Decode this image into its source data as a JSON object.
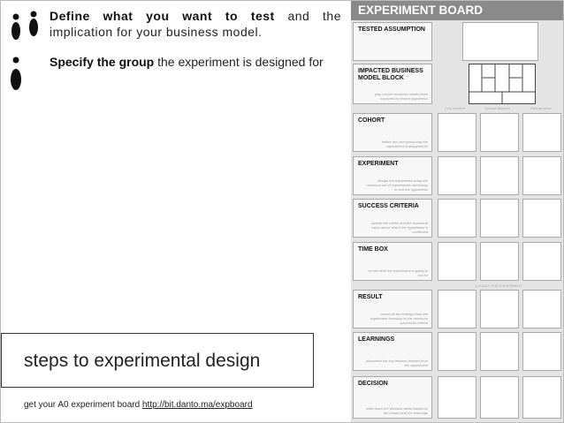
{
  "intro": {
    "line1_bold": "Define what you want to test",
    "line1_rest": " and the implication for your business model.",
    "line2_bold": "Specify the group",
    "line2_rest": " the experiment is designed for"
  },
  "caption": "steps to experimental design",
  "footer": {
    "text": "get your A0 experiment board ",
    "link": "http://bit.danto.ma/expboard"
  },
  "board": {
    "title": "EXPERIMENT BOARD",
    "tested": "TESTED ASSUMPTION",
    "impacted": "IMPACTED BUSINESS MODEL BLOCK",
    "impacted_desc": "play out the business model block impacted by tested hypothesis",
    "iterations": [
      "First iteration",
      "Second iteration",
      "Third iteration"
    ],
    "launch": "LAUNCH THE EXPERIMENT",
    "rows": [
      {
        "label": "COHORT",
        "desc": "define the user group that the experiment is designed for"
      },
      {
        "label": "EXPERIMENT",
        "desc": "design the experiment using the minimum set of experiments necessary to test the hypothesis"
      },
      {
        "label": "SUCCESS CRITERIA",
        "desc": "specify the metric and the numerical value above which the hypothesis is confirmed"
      },
      {
        "label": "TIME BOX",
        "desc": "set the time the experiment is going to run for"
      },
      {
        "label": "RESULT",
        "desc": "record all the findings from the experiment focusing on the minimum successful criteria"
      },
      {
        "label": "LEARNINGS",
        "desc": "document the key lessons learned from the experiment"
      },
      {
        "label": "DECISION",
        "desc": "write down the decision taken based on the results and the learnings"
      }
    ]
  }
}
